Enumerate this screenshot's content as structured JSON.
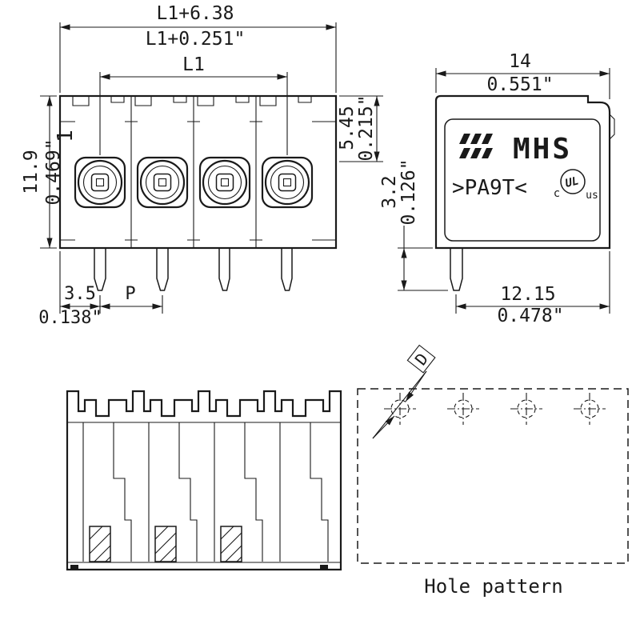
{
  "front": {
    "overall_mm": "L1+6.38",
    "overall_in": "L1+0.251\"",
    "l1": "L1",
    "height_mm": "11.9",
    "height_in": "0.469\"",
    "top_mm": "5.45",
    "top_in": "0.215\"",
    "edge_mm": "3.5",
    "edge_in": "0.138\"",
    "pitch": "P",
    "pin1": "1"
  },
  "side": {
    "width_mm": "14",
    "width_in": "0.551\"",
    "pin_mm": "3.2",
    "pin_in": "0.126\"",
    "depth_mm": "12.15",
    "depth_in": "0.478\"",
    "marking_type": "MHS",
    "marking_material": ">PA9T<",
    "marking_ul": "UL",
    "marking_ul_c": "c",
    "marking_ul_us": "us"
  },
  "holes": {
    "title": "Hole pattern",
    "dia": "D"
  },
  "colors": {
    "line": "#1a1a1a",
    "background": "#ffffff"
  }
}
